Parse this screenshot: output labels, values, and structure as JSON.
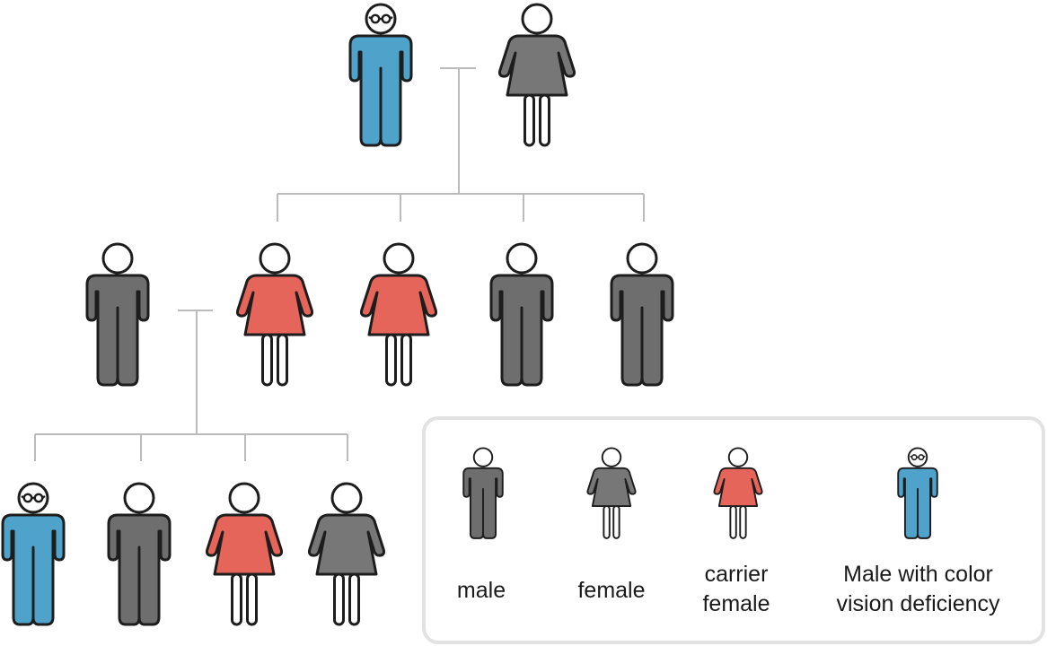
{
  "colors": {
    "male": "#6e6e6e",
    "female": "#777777",
    "carrier": "#e5655a",
    "deficient": "#4fa3cb",
    "connector": "#bbbbbb",
    "outline": "#1d1d1d",
    "legend_border": "#e2e2e2"
  },
  "pedigree": {
    "generation_1": [
      {
        "sex": "male",
        "status": "color-vision-deficient"
      },
      {
        "sex": "female",
        "status": "unaffected"
      }
    ],
    "generation_2": [
      {
        "sex": "male",
        "status": "unaffected",
        "role": "spouse"
      },
      {
        "sex": "female",
        "status": "carrier"
      },
      {
        "sex": "female",
        "status": "carrier"
      },
      {
        "sex": "male",
        "status": "unaffected"
      },
      {
        "sex": "male",
        "status": "unaffected"
      }
    ],
    "generation_3": [
      {
        "sex": "male",
        "status": "color-vision-deficient"
      },
      {
        "sex": "male",
        "status": "unaffected"
      },
      {
        "sex": "female",
        "status": "carrier"
      },
      {
        "sex": "female",
        "status": "unaffected"
      }
    ]
  },
  "legend": {
    "items": [
      {
        "label": "male",
        "icon": "male-icon"
      },
      {
        "label": "female",
        "icon": "female-icon"
      },
      {
        "label": "carrier\nfemale",
        "icon": "carrier-female-icon"
      },
      {
        "label": "Male with color\nvision deficiency",
        "icon": "deficient-male-icon"
      }
    ]
  }
}
